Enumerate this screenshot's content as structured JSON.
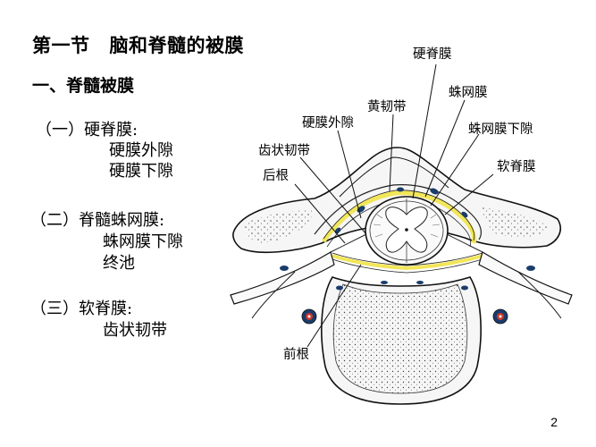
{
  "slide": {
    "title_part1": "第一节",
    "title_part2": "脑和脊髓的被膜",
    "heading": "一、脊髓被膜",
    "sections": [
      {
        "head": "（一）硬脊膜:",
        "items": [
          "硬膜外隙",
          "硬膜下隙"
        ]
      },
      {
        "head": "（二）脊髓蛛网膜:",
        "items": [
          "蛛网膜下隙",
          "终池"
        ]
      },
      {
        "head": "（三）软脊膜:",
        "items": [
          "齿状韧带"
        ]
      }
    ],
    "page_number": "2"
  },
  "diagram": {
    "labels": {
      "dura": "硬脊膜",
      "arachnoid": "蛛网膜",
      "ligamentum_flavum": "黄韧带",
      "subdural": "硬膜外隙",
      "subarachnoid": "蛛网膜下隙",
      "denticulate": "齿状韧带",
      "pia": "软脊膜",
      "posterior_root": "后根",
      "anterior_root": "前根"
    },
    "colors": {
      "membrane": "#f2e65a",
      "vessel": "#1a3c6b",
      "artery": "#c83a2a"
    }
  }
}
